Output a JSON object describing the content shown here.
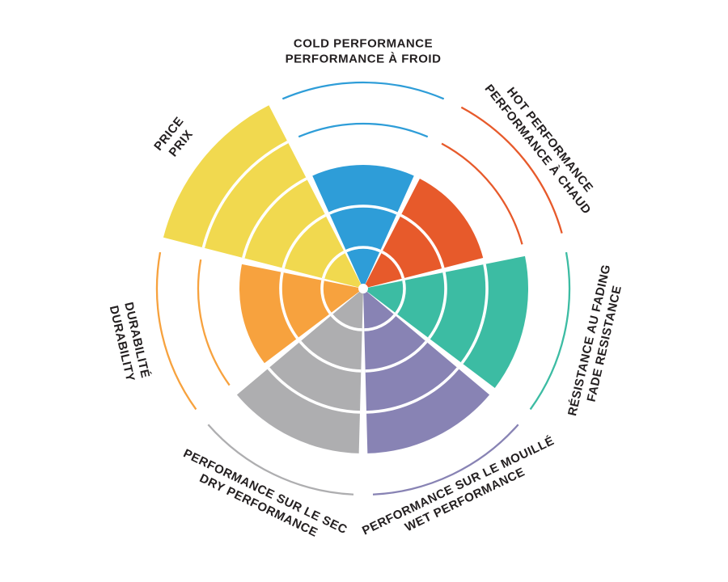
{
  "chart_data": {
    "type": "pie",
    "variant": "polar-rating-wheel",
    "description": "Seven-sector bilingual (EN/FR) performance rating wheel. Each sector is filled from the centre out to its score on a 5-ring scale; unfilled rings are shown as thin arcs in the sector colour.",
    "scale": {
      "min": 0,
      "max": 5,
      "rings": 5
    },
    "background": "#ffffff",
    "label_color": "#231f20",
    "sectors": [
      {
        "id": "cold-performance",
        "label_line1": "COLD PERFORMANCE",
        "label_line2": "PERFORMANCE À FROID",
        "value": 3,
        "color": "#2E9DD8"
      },
      {
        "id": "hot-performance",
        "label_line1": "HOT PERFORMANCE",
        "label_line2": "PERFORMANCE À CHAUD",
        "value": 3,
        "color": "#E75A2B"
      },
      {
        "id": "fade-resistance",
        "label_line1": "RÉSISTANCE AU FADING",
        "label_line2": "FADE RESISTANCE",
        "value": 4,
        "color": "#3CBCA3"
      },
      {
        "id": "wet-performance",
        "label_line1": "PERFORMANCE SUR LE MOUILLÉ",
        "label_line2": "WET PERFORMANCE",
        "value": 4,
        "color": "#8883B4"
      },
      {
        "id": "dry-performance",
        "label_line1": "PERFORMANCE SUR LE SEC",
        "label_line2": "DRY PERFORMANCE",
        "value": 4,
        "color": "#AEAEB0"
      },
      {
        "id": "durability",
        "label_line1": "DURABILITÉ",
        "label_line2": "DURABILITY",
        "value": 3,
        "color": "#F7A23E"
      },
      {
        "id": "price",
        "label_line1": "PRICE",
        "label_line2": "PRIX",
        "value": 5,
        "color": "#F1D94F"
      }
    ]
  }
}
